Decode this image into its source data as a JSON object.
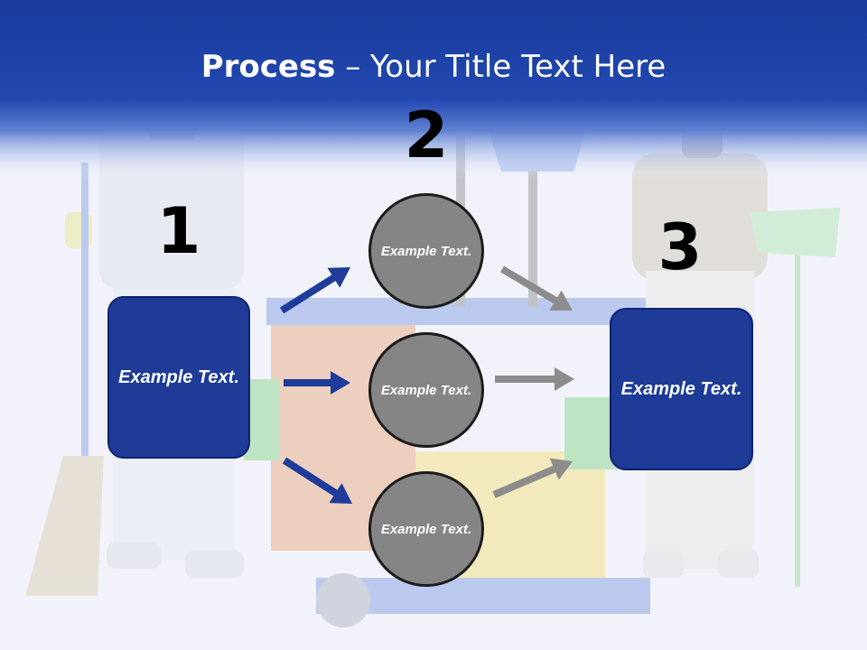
{
  "title": {
    "bold": "Process",
    "rest": " – Your Title Text Here"
  },
  "steps": [
    {
      "number": "1",
      "box_text": "Example Text."
    },
    {
      "number": "2"
    },
    {
      "number": "3",
      "box_text": "Example Text."
    }
  ],
  "circles": [
    {
      "text": "Example Text."
    },
    {
      "text": "Example Text."
    },
    {
      "text": "Example Text."
    }
  ],
  "colors": {
    "header_blue": "#1d3f9e",
    "box_blue": "#1d3b97",
    "arrow_blue": "#1f3c9a",
    "arrow_gray": "#8c8c8c",
    "circle_gray": "#858585"
  }
}
